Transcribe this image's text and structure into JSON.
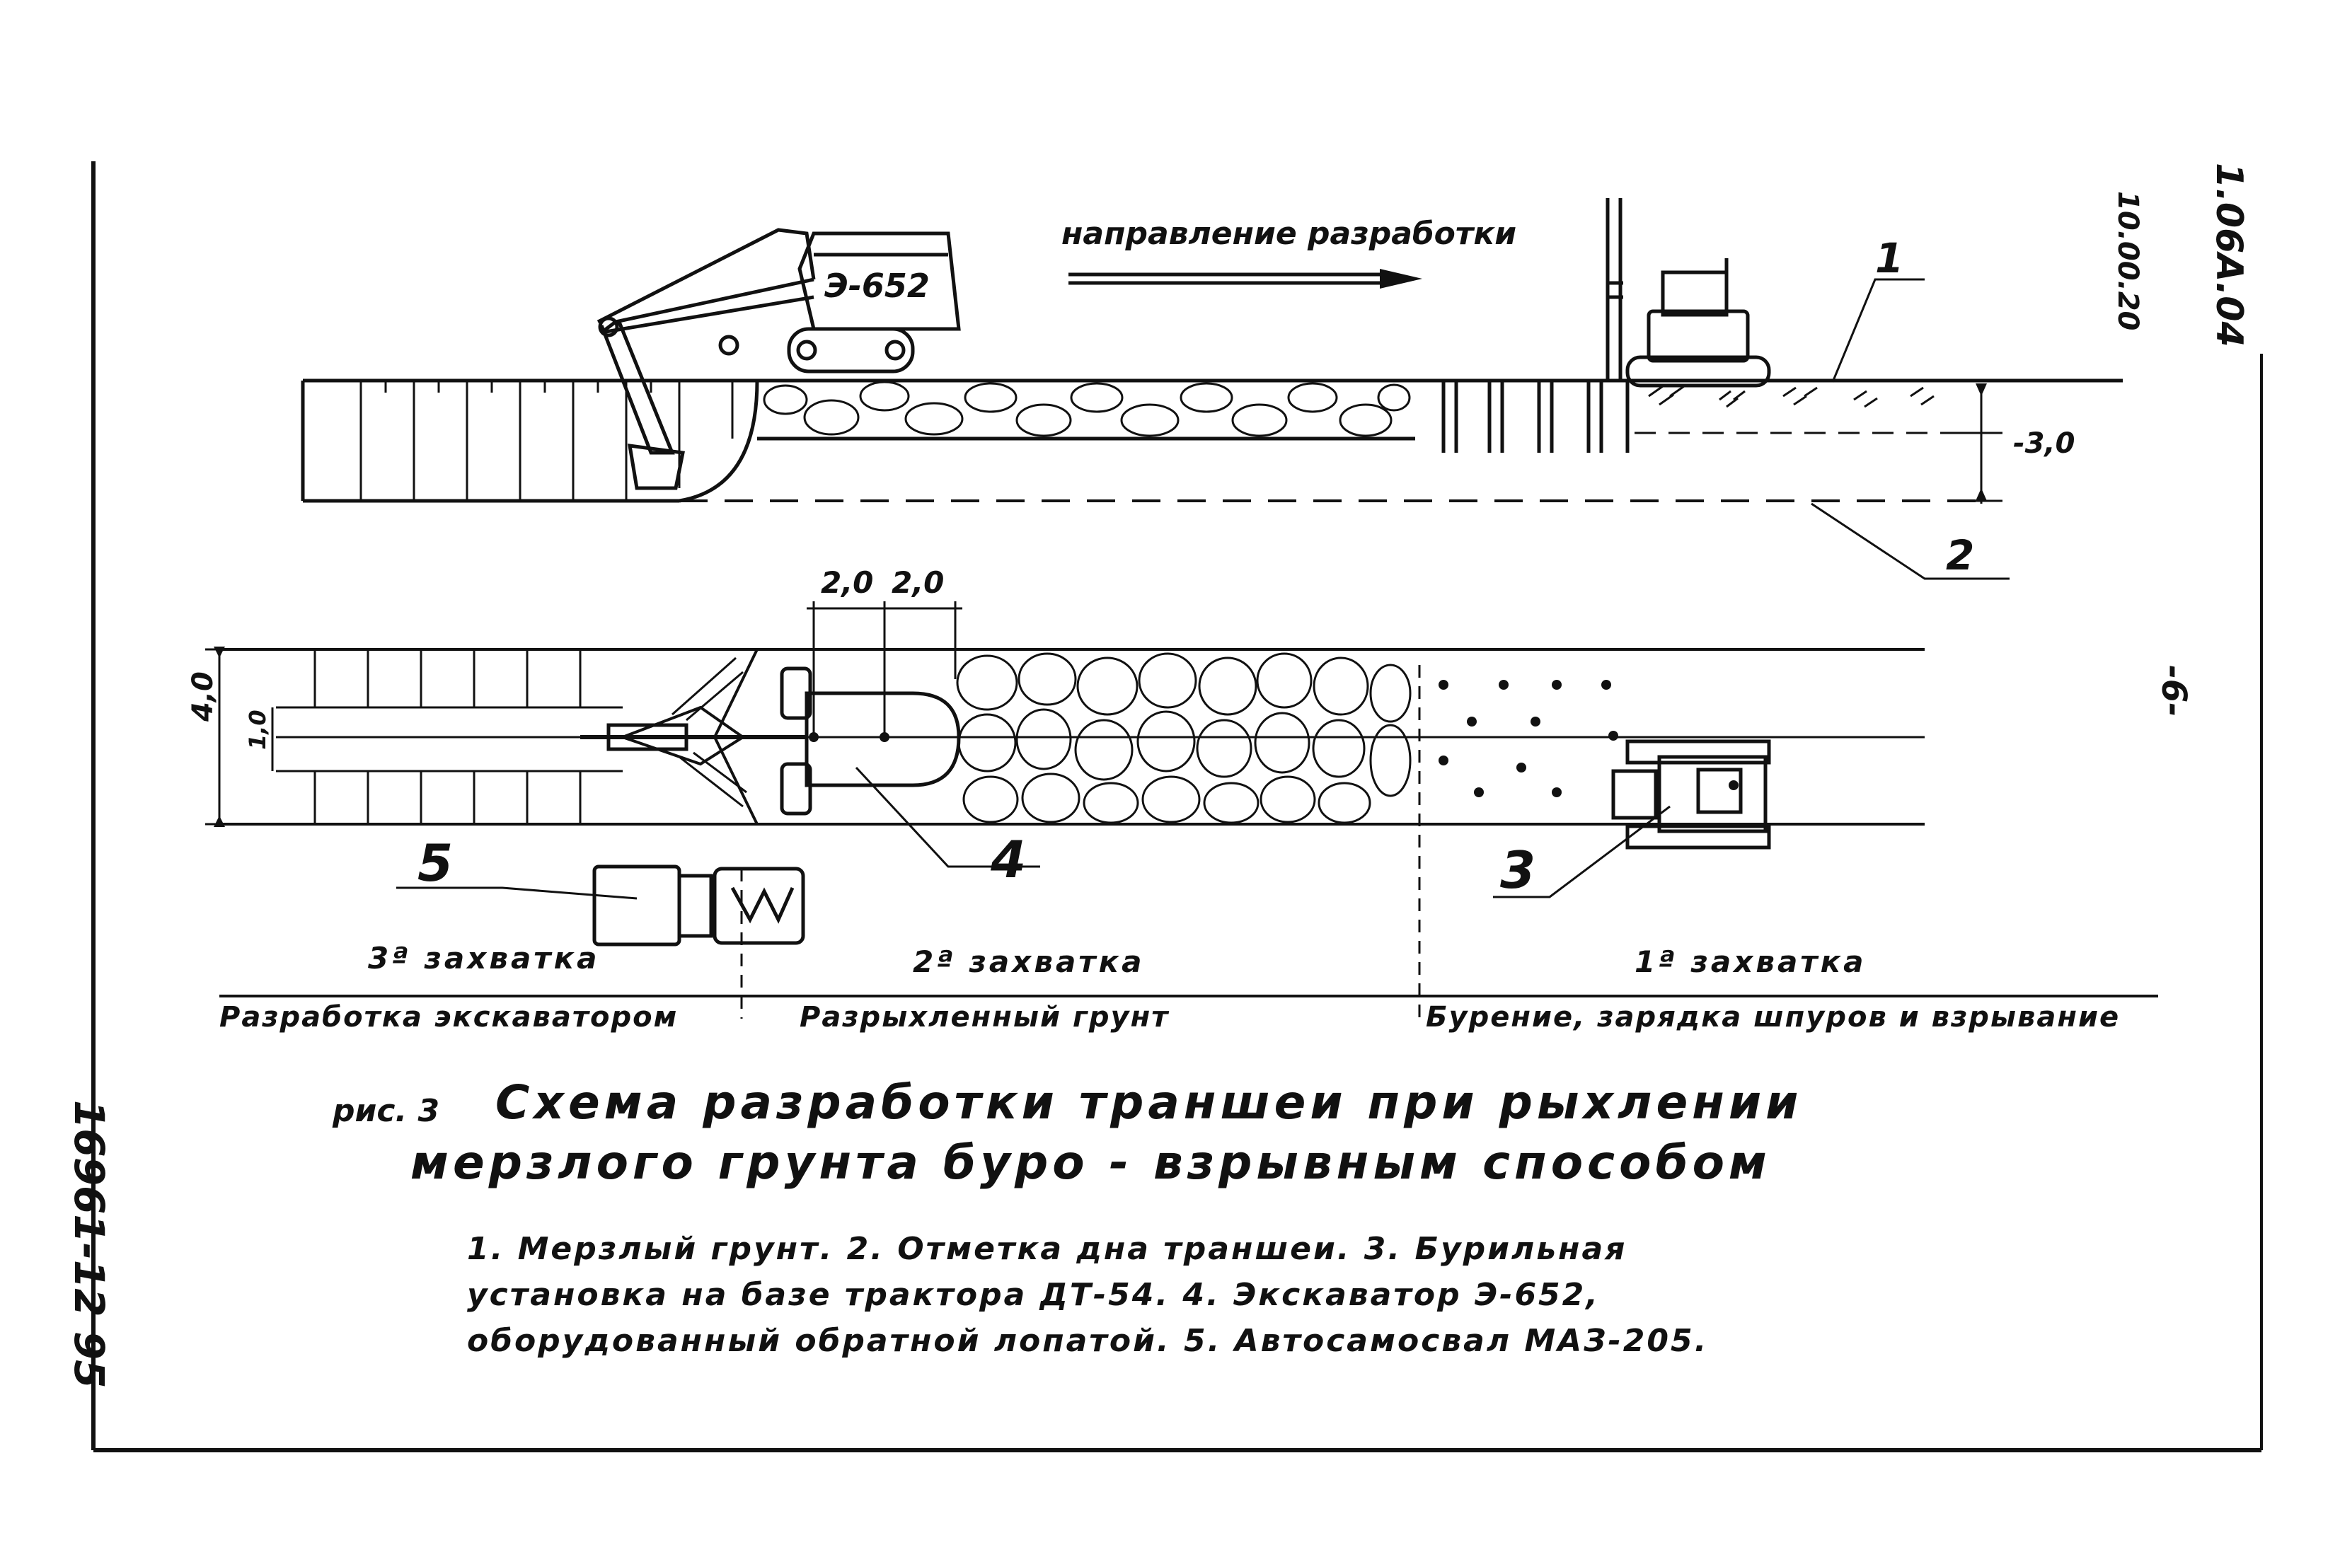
{
  "margin_codes": {
    "sheet_code": "1.06А.04",
    "date_code": "10.00.20",
    "page_mark": "-6-",
    "archive_code": "16961-12  95"
  },
  "section_view": {
    "direction_label": "направление разработки",
    "excavator_label": "Э-652",
    "depth_label": "-3,0",
    "callout_1": "1",
    "callout_2": "2"
  },
  "plan_view": {
    "width_label": "4,0",
    "inner_label": "1,0",
    "dim_a": "2,0",
    "dim_b": "2,0",
    "callout_3": "3",
    "callout_4": "4",
    "callout_5": "5"
  },
  "zones": [
    {
      "title": "3ª захватка",
      "description": "Разработка экскаватором"
    },
    {
      "title": "2ª захватка",
      "description": "Разрыхленный грунт"
    },
    {
      "title": "1ª захватка",
      "description": "Бурение, зарядка шпуров и взрывание"
    }
  ],
  "caption": {
    "prefix": "рис. 3",
    "line1": "Схема разработки траншеи при рыхлении",
    "line2": "мерзлого грунта буро - взрывным способом"
  },
  "legend": {
    "line1": "1. Мерзлый грунт. 2. Отметка дна траншеи. 3. Бурильная",
    "line2": "установка на базе трактора ДТ-54. 4. Экскаватор Э-652,",
    "line3": "оборудованный обратной лопатой. 5. Автосамосвал МАЗ-205."
  },
  "colors": {
    "ink": "#111111",
    "paper": "#ffffff"
  }
}
